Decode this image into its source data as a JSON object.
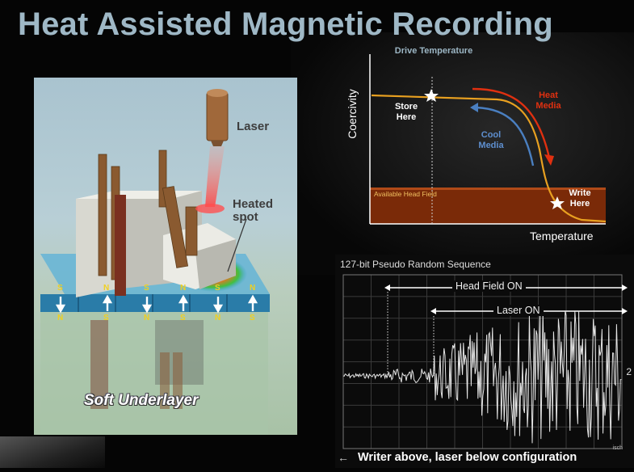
{
  "title": "Heat Assisted Magnetic Recording",
  "illustration": {
    "laser_label": "Laser",
    "heated_spot_label": "Heated spot",
    "soft_underlayer_label": "Soft Underlayer",
    "top_poles": [
      "S",
      "N",
      "S",
      "N",
      "S",
      "N"
    ],
    "bottom_poles": [
      "N",
      "S",
      "N",
      "S",
      "N",
      "S"
    ]
  },
  "chart": {
    "y_axis_label": "Coercivity",
    "x_axis_label": "Temperature",
    "drive_temperature_label": "Drive Temperature",
    "store_here_label": "Store Here",
    "write_here_label": "Write Here",
    "heat_media_label": "Heat Media",
    "cool_media_label": "Cool Media",
    "available_head_field_label": "Available Head Field",
    "colors": {
      "curve": "#e8a020",
      "head_field_band": "#7a2a08",
      "heat_arrow": "#e03010",
      "cool_arrow": "#4a7fc0"
    }
  },
  "scope": {
    "title": "127-bit Pseudo Random Sequence",
    "head_field_label": "Head Field ON",
    "laser_label": "Laser ON",
    "channel_marker": "2",
    "brand": "isch",
    "back_arrow": "←"
  },
  "caption": "Writer above, laser below configuration"
}
